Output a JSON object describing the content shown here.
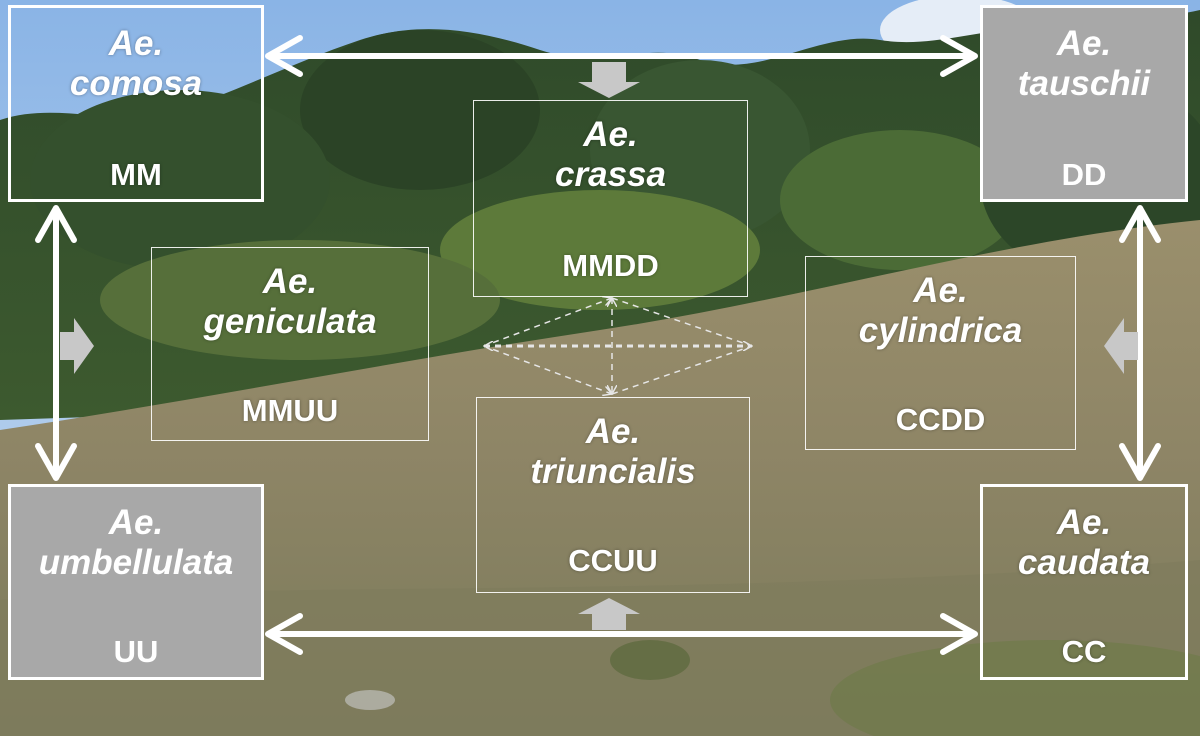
{
  "species": [
    {
      "id": "comosa",
      "genus": "Ae.",
      "epithet": "comosa",
      "genome": "MM",
      "style": "diploid"
    },
    {
      "id": "tauschii",
      "genus": "Ae.",
      "epithet": "tauschii",
      "genome": "DD",
      "style": "diploid-filled"
    },
    {
      "id": "crassa",
      "genus": "Ae.",
      "epithet": "crassa",
      "genome": "MMDD",
      "style": "polyploid"
    },
    {
      "id": "geniculata",
      "genus": "Ae.",
      "epithet": "geniculata",
      "genome": "MMUU",
      "style": "polyploid"
    },
    {
      "id": "cylindrica",
      "genus": "Ae.",
      "epithet": "cylindrica",
      "genome": "CCDD",
      "style": "polyploid"
    },
    {
      "id": "triuncialis",
      "genus": "Ae.",
      "epithet": "triuncialis",
      "genome": "CCUU",
      "style": "polyploid"
    },
    {
      "id": "umbellulata",
      "genus": "Ae.",
      "epithet": "umbellulata",
      "genome": "UU",
      "style": "diploid-filled"
    },
    {
      "id": "caudata",
      "genus": "Ae.",
      "epithet": "caudata",
      "genome": "CC",
      "style": "diploid"
    }
  ],
  "relations": [
    {
      "from": "comosa",
      "to": "tauschii",
      "type": "hybridization"
    },
    {
      "from": "umbellulata",
      "to": "caudata",
      "type": "hybridization"
    },
    {
      "from": "comosa",
      "to": "umbellulata",
      "type": "hybridization"
    },
    {
      "from": "tauschii",
      "to": "caudata",
      "type": "hybridization"
    },
    {
      "from": "comosa-tauschii",
      "to": "crassa",
      "type": "polyploid-origin"
    },
    {
      "from": "umbellulata-caudata",
      "to": "triuncialis",
      "type": "polyploid-origin"
    },
    {
      "from": "comosa-umbellulata",
      "to": "geniculata",
      "type": "polyploid-origin"
    },
    {
      "from": "tauschii-caudata",
      "to": "cylindrica",
      "type": "polyploid-origin"
    },
    {
      "from": "crassa",
      "to": "triuncialis",
      "type": "competition"
    },
    {
      "from": "geniculata",
      "to": "cylindrica",
      "type": "competition"
    }
  ],
  "colors": {
    "line": "#ffffff",
    "box_fill": "#a8a8a8",
    "small_arrow": "#c8c8c8",
    "dashed": "#e6e6e6"
  }
}
